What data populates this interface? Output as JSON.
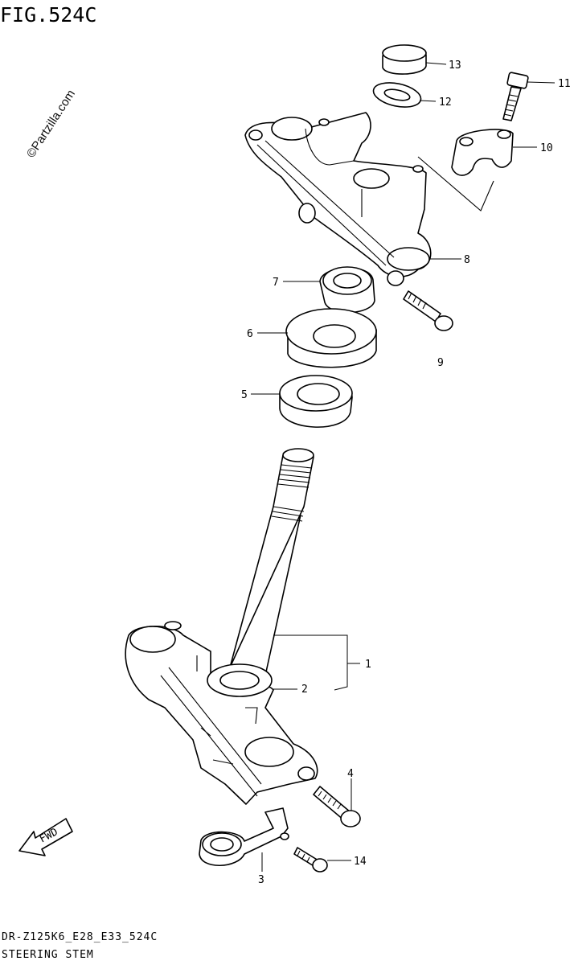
{
  "figure": {
    "title": "FIG.524C",
    "watermark": "©Partzilla.com",
    "footer_code": "DR-Z125K6_E28_E33_524C",
    "footer_name": "STEERING STEM",
    "fwd_label": "FWD"
  },
  "callouts": [
    "1",
    "2",
    "3",
    "4",
    "5",
    "6",
    "7",
    "8",
    "9",
    "10",
    "11",
    "12",
    "13",
    "14"
  ]
}
